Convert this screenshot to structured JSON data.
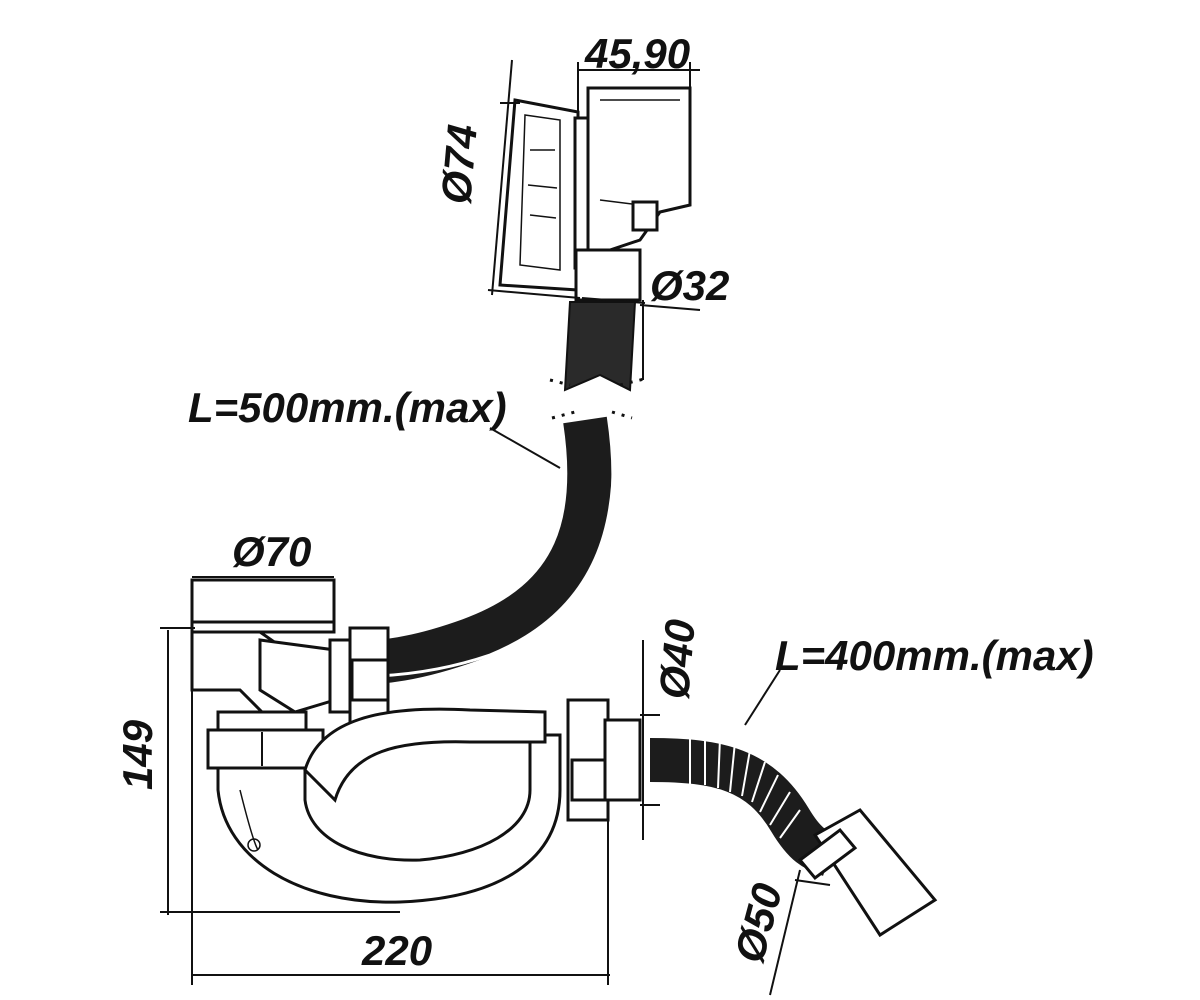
{
  "labels": {
    "overflow_depth": "45,90",
    "overflow_diameter": "Ø74",
    "overflow_outlet": "Ø32",
    "overflow_hose_length": "L=500mm.(max)",
    "waste_diameter": "Ø70",
    "trap_outlet": "Ø40",
    "outlet_hose_length": "L=400mm.(max)",
    "height": "149",
    "width": "220",
    "drain_connection": "Ø50"
  },
  "colors": {
    "line": "#111111",
    "hose": "#1c1c1c",
    "background": "#ffffff"
  }
}
